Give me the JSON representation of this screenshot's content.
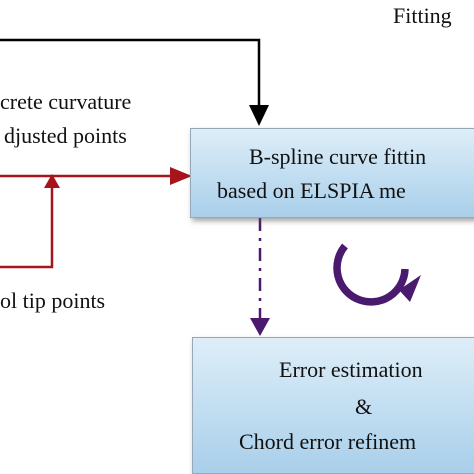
{
  "labels": {
    "fitting": "Fitting",
    "curvature_line1": "crete curvature",
    "curvature_line2": "djusted points",
    "tool_tip": "ol tip points"
  },
  "box_fitting": {
    "line1": "B-spline curve fittin",
    "line2": "based on ELSPIA me"
  },
  "box_error": {
    "line1": "Error estimation",
    "line2": "&",
    "line3": "Chord error refinem"
  },
  "colors": {
    "black_arrow": "#000000",
    "red_arrow": "#a8141c",
    "purple": "#4a1a6e",
    "box_fill_top": "#deeef8",
    "box_fill_bottom": "#a9cfea",
    "box_border": "#97a9b9"
  },
  "icons": {
    "loop": "circular-refresh-arrow"
  }
}
